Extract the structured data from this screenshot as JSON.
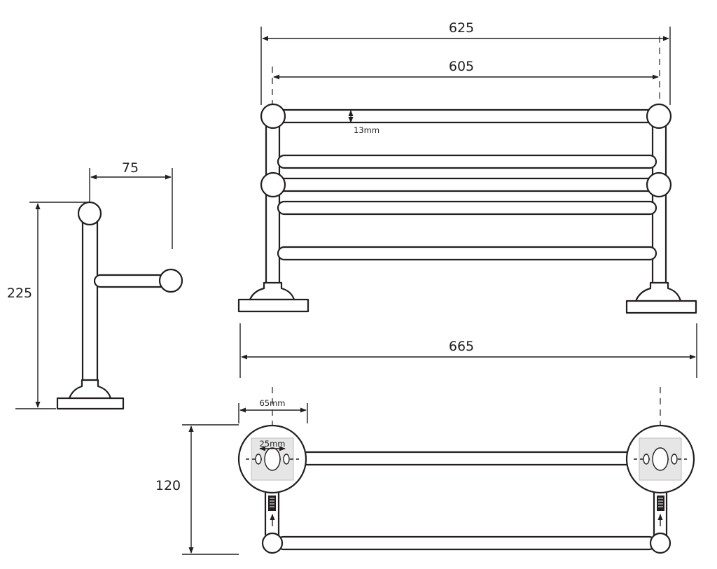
{
  "drawing": {
    "colors": {
      "line": "#231f20",
      "background": "#ffffff",
      "mount_plate": "#e6e6e6"
    },
    "dimensions": {
      "overall_outer_width": "625",
      "inner_width": "605",
      "rail_diameter": "13mm",
      "base_width": "665",
      "side_depth": "75",
      "height": "225",
      "plan_depth": "120",
      "mount_plate_width": "65mm",
      "screw_spacing": "25mm"
    }
  }
}
